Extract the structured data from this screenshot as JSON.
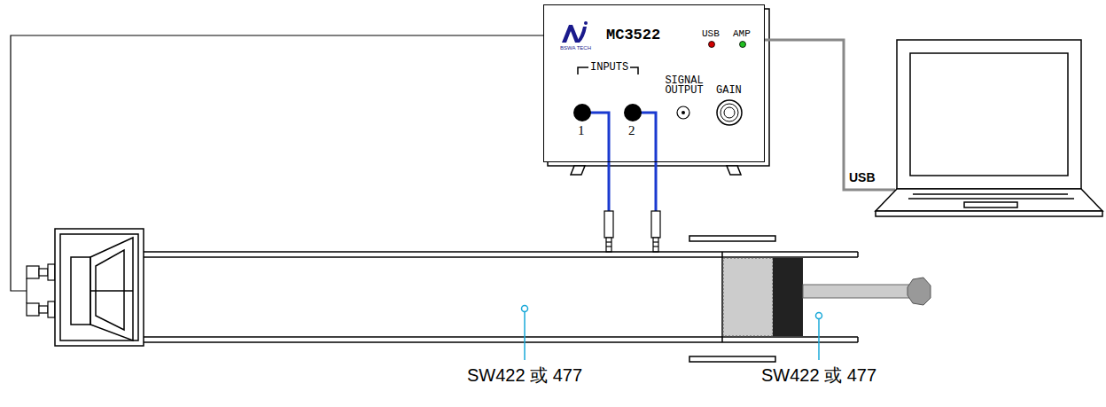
{
  "diagram": {
    "nodes": [
      {
        "text": [
          "MC3522"
        ]
      }
    ],
    "labels": [
      "BSWA TECH",
      "USB",
      "AMP",
      "INPUTS",
      "1",
      "2",
      "SIGNAL OUTPUT",
      "GAIN",
      "USB",
      "SW422 或 477",
      "SW422 或 477"
    ]
  }
}
